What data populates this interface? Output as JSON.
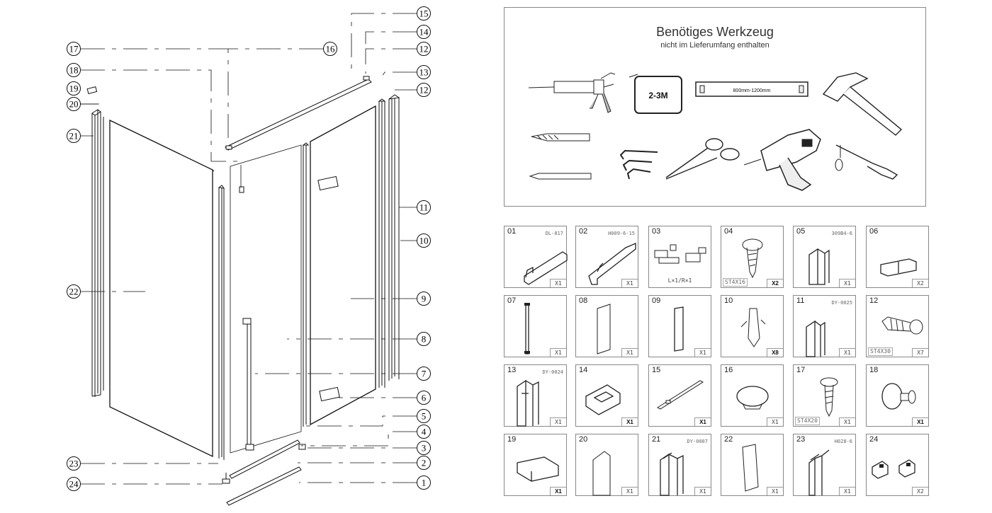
{
  "tools_box": {
    "title": "Benötiges Werkzeug",
    "subtitle": "nicht im Lieferumfang enthalten",
    "tape_label": "2-3M",
    "level_label": "800mm-1200mm",
    "tools": [
      "caulking-gun",
      "tape-measure",
      "spirit-level",
      "hammer",
      "drill-bit",
      "allen-keys",
      "scissors",
      "cordless-drill",
      "screwdrivers",
      "pencil"
    ]
  },
  "callouts": [
    {
      "n": "1"
    },
    {
      "n": "2"
    },
    {
      "n": "3"
    },
    {
      "n": "4"
    },
    {
      "n": "5"
    },
    {
      "n": "6"
    },
    {
      "n": "7"
    },
    {
      "n": "8"
    },
    {
      "n": "9"
    },
    {
      "n": "10"
    },
    {
      "n": "11"
    },
    {
      "n": "12"
    },
    {
      "n": "13"
    },
    {
      "n": "12"
    },
    {
      "n": "14"
    },
    {
      "n": "15"
    },
    {
      "n": "16"
    },
    {
      "n": "17"
    },
    {
      "n": "18"
    },
    {
      "n": "19"
    },
    {
      "n": "20"
    },
    {
      "n": "21"
    },
    {
      "n": "22"
    },
    {
      "n": "23"
    },
    {
      "n": "24"
    }
  ],
  "parts": [
    {
      "num": "01",
      "code": "DL-817",
      "spec": "",
      "qty": "X1",
      "note": "",
      "bold": false
    },
    {
      "num": "02",
      "code": "H009-6-15",
      "spec": "",
      "qty": "X1",
      "note": "",
      "bold": false
    },
    {
      "num": "03",
      "code": "",
      "spec": "",
      "qty": "",
      "note": "L×1/R×1",
      "bold": false
    },
    {
      "num": "04",
      "code": "",
      "spec": "ST4X16",
      "qty": "X2",
      "note": "",
      "bold": true
    },
    {
      "num": "05",
      "code": "309B4-6",
      "spec": "",
      "qty": "X1",
      "note": "",
      "bold": false
    },
    {
      "num": "06",
      "code": "",
      "spec": "",
      "qty": "X2",
      "note": "",
      "bold": false
    },
    {
      "num": "07",
      "code": "",
      "spec": "",
      "qty": "X1",
      "note": "",
      "bold": false
    },
    {
      "num": "08",
      "code": "",
      "spec": "",
      "qty": "X1",
      "note": "",
      "bold": false
    },
    {
      "num": "09",
      "code": "",
      "spec": "",
      "qty": "X1",
      "note": "",
      "bold": false
    },
    {
      "num": "10",
      "code": "",
      "spec": "",
      "qty": "X8",
      "note": "",
      "bold": true
    },
    {
      "num": "11",
      "code": "DY-0025",
      "spec": "",
      "qty": "X1",
      "note": "",
      "bold": false
    },
    {
      "num": "12",
      "code": "",
      "spec": "ST4X30",
      "qty": "X7",
      "note": "",
      "bold": false
    },
    {
      "num": "13",
      "code": "DY-0024",
      "spec": "",
      "qty": "X1",
      "note": "",
      "bold": false
    },
    {
      "num": "14",
      "code": "",
      "spec": "",
      "qty": "X1",
      "note": "",
      "bold": true
    },
    {
      "num": "15",
      "code": "",
      "spec": "",
      "qty": "X1",
      "note": "",
      "bold": true
    },
    {
      "num": "16",
      "code": "",
      "spec": "",
      "qty": "X1",
      "note": "",
      "bold": false
    },
    {
      "num": "17",
      "code": "",
      "spec": "ST4X20",
      "qty": "X1",
      "note": "",
      "bold": false
    },
    {
      "num": "18",
      "code": "",
      "spec": "",
      "qty": "X1",
      "note": "",
      "bold": true
    },
    {
      "num": "19",
      "code": "",
      "spec": "",
      "qty": "X1",
      "note": "",
      "bold": true
    },
    {
      "num": "20",
      "code": "",
      "spec": "",
      "qty": "X1",
      "note": "",
      "bold": false
    },
    {
      "num": "21",
      "code": "DY-0007",
      "spec": "",
      "qty": "X1",
      "note": "",
      "bold": false
    },
    {
      "num": "22",
      "code": "",
      "spec": "",
      "qty": "X1",
      "note": "",
      "bold": false
    },
    {
      "num": "23",
      "code": "H028-6",
      "spec": "",
      "qty": "X1",
      "note": "",
      "bold": false
    },
    {
      "num": "24",
      "code": "",
      "spec": "",
      "qty": "X2",
      "note": "",
      "bold": false
    }
  ]
}
